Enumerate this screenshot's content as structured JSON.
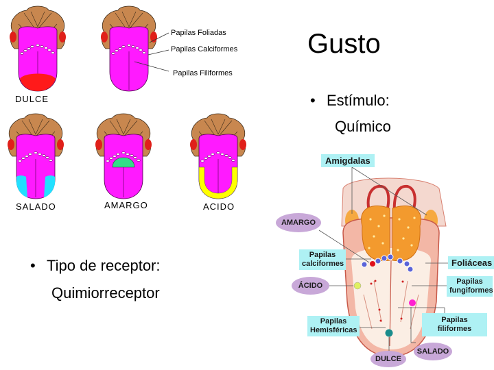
{
  "slide": {
    "title": "Gusto",
    "bullets": [
      {
        "label": "Estímulo:",
        "value": "Químico"
      },
      {
        "label": "Tipo de receptor:",
        "value": "Quimiorreceptor"
      }
    ]
  },
  "taste_map_diagrams": {
    "tongues": [
      {
        "label": "DULCE",
        "zone": "tip",
        "color": "#ff1a1a"
      },
      {
        "label": "",
        "zone": "none",
        "color": ""
      },
      {
        "label": "SALADO",
        "zone": "sides-front",
        "color": "#22e0ff"
      },
      {
        "label": "AMARGO",
        "zone": "back",
        "color": "#33dd88"
      },
      {
        "label": "ACIDO",
        "zone": "sides",
        "color": "#ffff00"
      }
    ],
    "anatomy_labels": [
      "Papilas Foliadas",
      "Papilas Calciformes",
      "Papilas Filiformes"
    ]
  },
  "tongue_anatomy": {
    "labels": {
      "amigdalas": "Amigdalas",
      "amargo": "AMARGO",
      "papilas_calciformes": [
        "Papilas",
        "calciformes"
      ],
      "foliaceas": "Foliáceas",
      "acido": "ÁCIDO",
      "papilas_fungiformes": [
        "Papilas",
        "fungiformes"
      ],
      "papilas_filiformes": "Papilas filiformes",
      "papilas_hemisfericas": [
        "Papilas",
        "Hemisféricas"
      ],
      "salado": "SALADO",
      "dulce": "DULCE"
    }
  },
  "colors": {
    "tongue": "#ff1aff",
    "head": "#c8874f",
    "tonsil": "#e0201a",
    "label_bg": "#aef1f4",
    "oval_bg": "#c8a8d8"
  }
}
